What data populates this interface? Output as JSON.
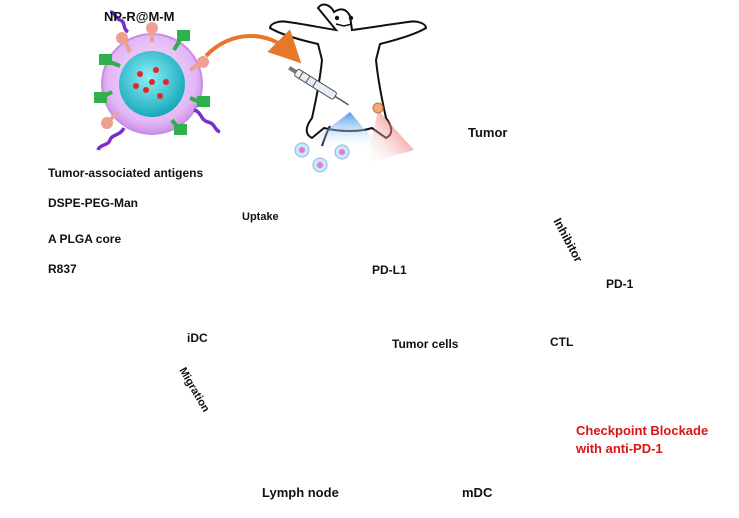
{
  "labels": {
    "nanoparticle": "NP-R@M-M",
    "tumor": "Tumor",
    "inhibitor": "Inhibitor",
    "uptake": "Uptake",
    "idc": "iDC",
    "migration": "Migration",
    "lymph_node": "Lymph node",
    "mdc": "mDC",
    "pdl1": "PD-L1",
    "pd1": "PD-1",
    "tumor_cells": "Tumor cells",
    "ctl": "CTL",
    "checkpoint_line1": "Checkpoint Blockade",
    "checkpoint_line2": "with anti-PD-1"
  },
  "legend": [
    {
      "icon": "antigen-icon",
      "text": "Tumor-associated antigens"
    },
    {
      "icon": "dspe-peg-man-icon",
      "text": "DSPE-PEG-Man"
    },
    {
      "icon": "plga-core-icon",
      "text": "A PLGA core"
    },
    {
      "icon": "r837-icon",
      "text": "R837"
    }
  ],
  "colors": {
    "cycle_arrow": "#3f8a2c",
    "checkpoint_text": "#d81418",
    "plga_core": "#27c4cf",
    "dc_body": "#2bb6c9",
    "mdc_body": "#f19be0",
    "ctl_body": "#1e88c9",
    "receptor_purple": "#8b2fc9",
    "pdl1_green": "#3a9a3a",
    "antibody_red": "#e0262b"
  }
}
